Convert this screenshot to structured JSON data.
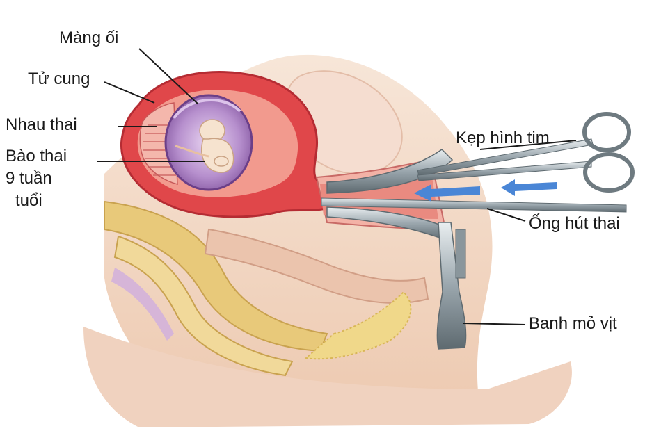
{
  "labels": {
    "amniotic_membrane": "Màng ối",
    "uterus": "Tử cung",
    "placenta": "Nhau thai",
    "fetus_line1": "Bào thai",
    "fetus_line2": "9 tuần",
    "fetus_line3": "tuổi",
    "heart_forceps": "Kẹp hình tim",
    "suction_tube": "Ống hút thai",
    "speculum": "Banh mỏ vịt"
  },
  "colors": {
    "skin": "#f3d9c6",
    "skin_dark": "#e6b89c",
    "uterus_wall": "#e0474a",
    "uterus_light": "#f29a8e",
    "amnion": "#8a5aa6",
    "amnion_light": "#c9a6dc",
    "fetus": "#f6e3cf",
    "bone": "#e8c97a",
    "steel": "#9aa6ad",
    "arrow": "#4a86d6",
    "line": "#1a1a1a"
  },
  "icons": [
    "suction-arrow-icon",
    "forceps-icon",
    "speculum-icon"
  ]
}
